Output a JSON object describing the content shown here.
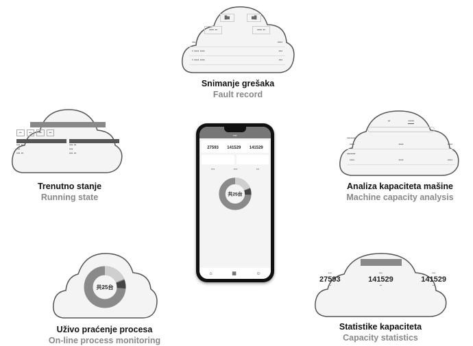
{
  "features": {
    "fault_record": {
      "title_sr": "Snimanje grešaka",
      "title_en": "Fault record"
    },
    "running_state": {
      "title_sr": "Trenutno stanje",
      "title_en": "Running state"
    },
    "machine_capacity": {
      "title_sr": "Analiza kapaciteta mašine",
      "title_en": "Machine capacity analysis"
    },
    "process_monitoring": {
      "title_sr": "Uživo praćenje procesa",
      "title_en": "On-line process monitoring"
    },
    "capacity_stats": {
      "title_sr": "Statistike kapaciteta",
      "title_en": "Capacity statistics"
    }
  },
  "stats": {
    "v1": "27593",
    "v2": "141529",
    "v3": "141529"
  },
  "donut": {
    "center_label": "共25台"
  },
  "colors": {
    "donut_main": "#8a8a8a",
    "donut_light": "#cfcfcf",
    "donut_dark": "#444444"
  }
}
